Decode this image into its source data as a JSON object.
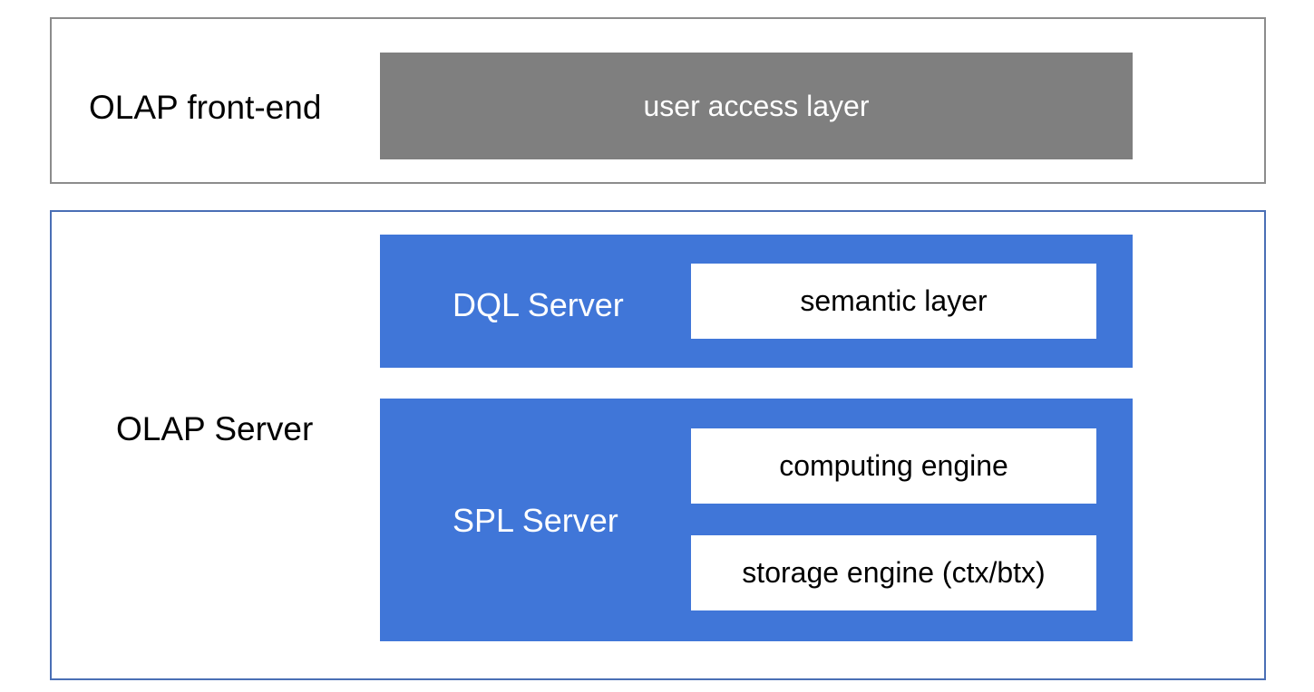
{
  "frontend": {
    "title": "OLAP front-end",
    "layer": "user access layer",
    "layer_color": "#7f7f7f"
  },
  "server": {
    "title": "OLAP Server",
    "accent": "#4076d8",
    "dql": {
      "title": "DQL Server",
      "components": [
        "semantic layer"
      ]
    },
    "spl": {
      "title": "SPL Server",
      "components": [
        "computing engine",
        "storage engine (ctx/btx)"
      ]
    }
  }
}
